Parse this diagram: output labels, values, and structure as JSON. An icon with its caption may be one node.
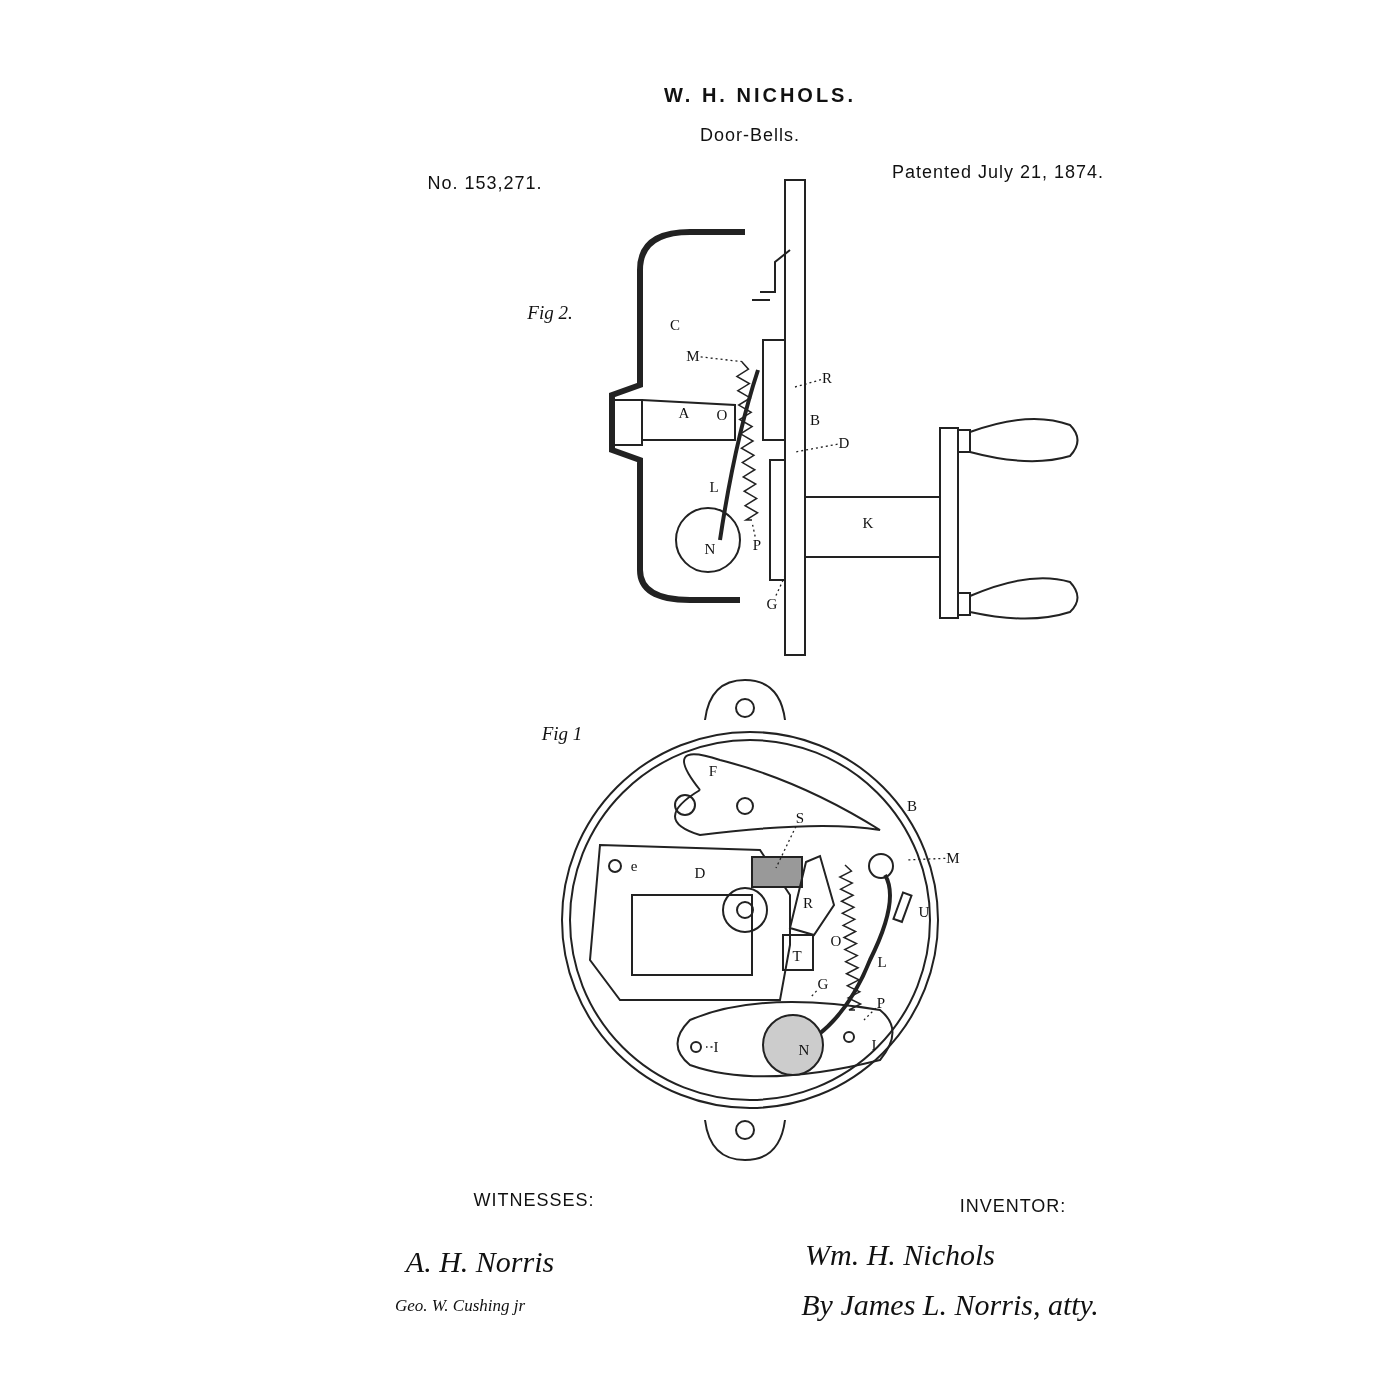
{
  "diagram": {
    "title": "W. H. NICHOLS.",
    "nodes": [
      {
        "text": [
          "M"
        ]
      },
      {
        "text": [
          "R"
        ]
      },
      {
        "text": [
          "D"
        ]
      },
      {
        "text": [
          "P"
        ]
      },
      {
        "text": [
          "G"
        ]
      },
      {
        "text": [
          "S"
        ]
      },
      {
        "text": [
          "M"
        ]
      },
      {
        "text": [
          "P"
        ]
      },
      {
        "text": [
          "G"
        ]
      },
      {
        "text": [
          "I"
        ]
      }
    ],
    "edges": [
      {
        "from": 0,
        "to": null,
        "arrow": "none",
        "style": "dashed"
      },
      {
        "from": 1,
        "to": null,
        "arrow": "none",
        "style": "dashed"
      },
      {
        "from": 2,
        "to": null,
        "arrow": "none",
        "style": "dashed"
      },
      {
        "from": 3,
        "to": null,
        "arrow": "none",
        "style": "dashed"
      },
      {
        "from": 4,
        "to": null,
        "arrow": "none",
        "style": "dashed"
      },
      {
        "from": 5,
        "to": null,
        "arrow": "none",
        "style": "dashed"
      },
      {
        "from": 6,
        "to": null,
        "arrow": "none",
        "style": "dashed"
      },
      {
        "from": 7,
        "to": null,
        "arrow": "none",
        "style": "dashed"
      },
      {
        "from": 8,
        "to": null,
        "arrow": "none",
        "style": "dashed"
      },
      {
        "from": 9,
        "to": null,
        "arrow": "none",
        "style": "dashed"
      }
    ],
    "labels": [
      "Door-Bells.",
      "No. 153,271.",
      "Patented July 21, 1874.",
      "Fig 2.",
      "C",
      "A",
      "O",
      "B",
      "L",
      "K",
      "N",
      "Fig 1",
      "F",
      "B",
      "e",
      "D",
      "R",
      "U",
      "O",
      "T",
      "L",
      "N",
      "I",
      "WITNESSES:",
      "INVENTOR:",
      "A. H. Norris",
      "Geo. W. Cushing jr",
      "Wm. H. Nichols",
      "By James L. Norris, atty."
    ]
  }
}
